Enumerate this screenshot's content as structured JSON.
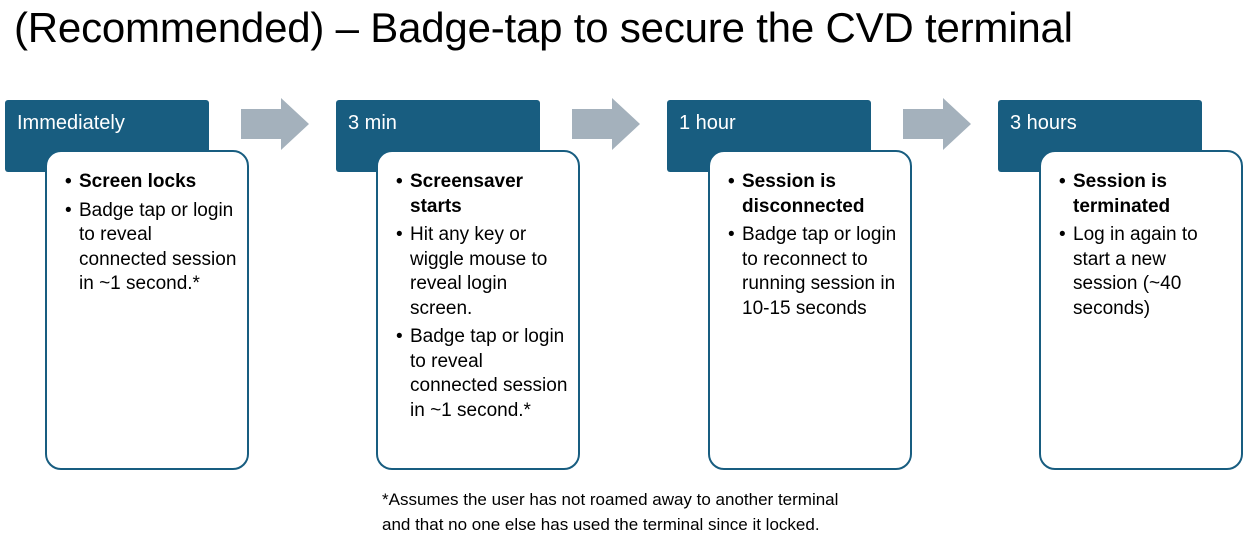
{
  "title": "(Recommended) – Badge-tap to secure the CVD terminal",
  "colors": {
    "header_fill": "#185d80",
    "box_border": "#185d80",
    "arrow_fill": "#a4b1bc"
  },
  "stages": [
    {
      "label": "Immediately",
      "bullets": [
        "Screen locks",
        "Badge tap or login to reveal connected session in ~1 second.*"
      ]
    },
    {
      "label": "3 min",
      "bullets": [
        "Screensaver starts",
        "Hit any key or wiggle mouse to reveal login screen.",
        "Badge tap or login to reveal connected session in ~1 second.*"
      ]
    },
    {
      "label": "1 hour",
      "bullets": [
        "Session is disconnected",
        "Badge tap or login to reconnect to running session in 10-15 seconds"
      ]
    },
    {
      "label": "3 hours",
      "bullets": [
        "Session is terminated",
        "Log in again to start a new session (~40 seconds)"
      ]
    }
  ],
  "footnote": {
    "line1": "*Assumes the user has not roamed away to another terminal",
    "line2": "and that no one else has used the terminal since it locked."
  }
}
